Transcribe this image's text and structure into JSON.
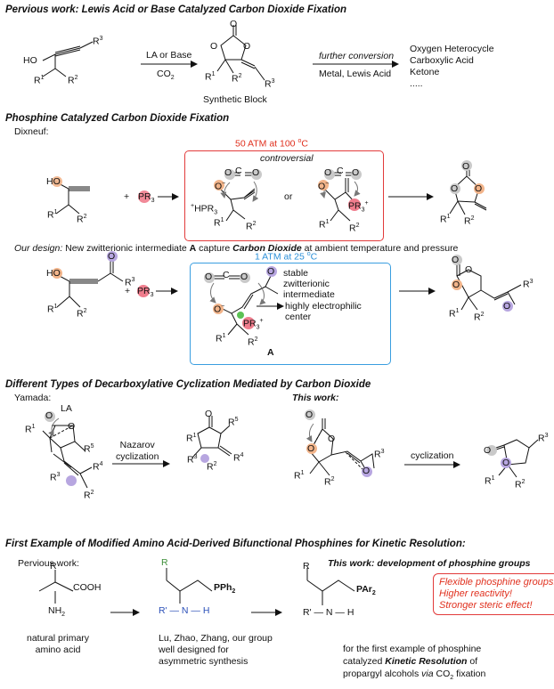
{
  "sections": {
    "s1_title": "Pervious work: Lewis Acid or Base Catalyzed Carbon Dioxide Fixation",
    "s2_title": "Phosphine Catalyzed Carbon Dioxide Fixation",
    "s3_title": "Different Types of Decarboxylative Cyclization Mediated by Carbon Dioxide",
    "s4_title": "First Example of Modified Amino Acid-Derived Bifunctional Phosphines for Kinetic Resolution:"
  },
  "s1": {
    "reagent_top": "LA or Base",
    "reagent_bottom": "CO",
    "block_label": "Synthetic Block",
    "conv_top": "further conversion",
    "conv_bottom": "Metal, Lewis Acid",
    "products": [
      "Oxygen Heterocycle",
      "Carboxylic Acid",
      "Ketone",
      "....."
    ]
  },
  "s2": {
    "author": "Dixneuf:",
    "condition": "50 ATM at 100 ",
    "condition_unit": "C",
    "controversial": "controversial",
    "or": "or",
    "hpr3": "HPR",
    "pr3": "PR"
  },
  "design": {
    "lead": "Our design:",
    "text1": " New zwitterionic intermediate ",
    "bold_a": "A",
    "text2": " capture ",
    "bold_co2": "Carbon Dioxide",
    "text3": " at ambient temperature and pressure"
  },
  "s3box": {
    "condition": "1 ATM at 25 ",
    "condition_unit": "C",
    "stable": [
      "stable",
      "zwitterionic",
      "intermediate"
    ],
    "electro": [
      "highly electrophilic",
      "center"
    ],
    "label_a": "A"
  },
  "s4": {
    "yamada": "Yamada:",
    "la": "LA",
    "nazarov": [
      "Nazarov",
      "cyclization"
    ],
    "this_work": "This work:",
    "cyclization": "cyclization"
  },
  "s5": {
    "pervious": "Pervious work:",
    "cooh": "COOH",
    "nh2": "NH",
    "natural": [
      "natural primary",
      "amino acid"
    ],
    "pph2": "PPh",
    "lu": [
      "Lu, Zhao, Zhang, our group",
      "well designed for",
      "asymmetric synthesis"
    ],
    "this_work_dev": "This work: development of phosphine groups",
    "par2": "PAr",
    "callout": [
      "Flexible phosphine groups!",
      "Higher reactivity!",
      "Stronger steric effect!"
    ],
    "first_ex_1": "for the first example of phosphine",
    "first_ex_2a": "catalyzed ",
    "first_ex_2b": "Kinetic Resolution",
    "first_ex_2c": " of",
    "first_ex_3a": "propargyl alcohols ",
    "first_ex_3b": "via",
    "first_ex_3c": " CO",
    "first_ex_3d": " fixation"
  }
}
